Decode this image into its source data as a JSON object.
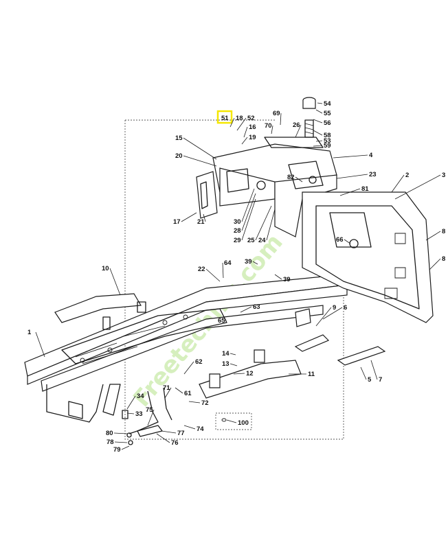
{
  "highlight_color": "#f5e700",
  "highlighted_part": "51",
  "watermark": "Freetechnic.com",
  "callouts": [
    {
      "id": "54"
    },
    {
      "id": "55"
    },
    {
      "id": "56"
    },
    {
      "id": "58"
    },
    {
      "id": "53"
    },
    {
      "id": "59"
    },
    {
      "id": "51"
    },
    {
      "id": "18"
    },
    {
      "id": "52"
    },
    {
      "id": "69"
    },
    {
      "id": "70"
    },
    {
      "id": "16"
    },
    {
      "id": "26"
    },
    {
      "id": "19"
    },
    {
      "id": "15"
    },
    {
      "id": "20"
    },
    {
      "id": "4"
    },
    {
      "id": "23"
    },
    {
      "id": "82"
    },
    {
      "id": "81"
    },
    {
      "id": "3"
    },
    {
      "id": "2"
    },
    {
      "id": "17"
    },
    {
      "id": "21"
    },
    {
      "id": "30"
    },
    {
      "id": "28"
    },
    {
      "id": "29"
    },
    {
      "id": "25"
    },
    {
      "id": "24"
    },
    {
      "id": "66"
    },
    {
      "id": "8"
    },
    {
      "id": "8"
    },
    {
      "id": "39"
    },
    {
      "id": "39"
    },
    {
      "id": "10"
    },
    {
      "id": "22"
    },
    {
      "id": "64"
    },
    {
      "id": "63"
    },
    {
      "id": "65"
    },
    {
      "id": "6"
    },
    {
      "id": "9"
    },
    {
      "id": "1"
    },
    {
      "id": "62"
    },
    {
      "id": "14"
    },
    {
      "id": "13"
    },
    {
      "id": "12"
    },
    {
      "id": "11"
    },
    {
      "id": "5"
    },
    {
      "id": "7"
    },
    {
      "id": "34"
    },
    {
      "id": "71"
    },
    {
      "id": "61"
    },
    {
      "id": "72"
    },
    {
      "id": "33"
    },
    {
      "id": "75"
    },
    {
      "id": "74"
    },
    {
      "id": "100"
    },
    {
      "id": "80"
    },
    {
      "id": "77"
    },
    {
      "id": "78"
    },
    {
      "id": "76"
    },
    {
      "id": "79"
    }
  ]
}
